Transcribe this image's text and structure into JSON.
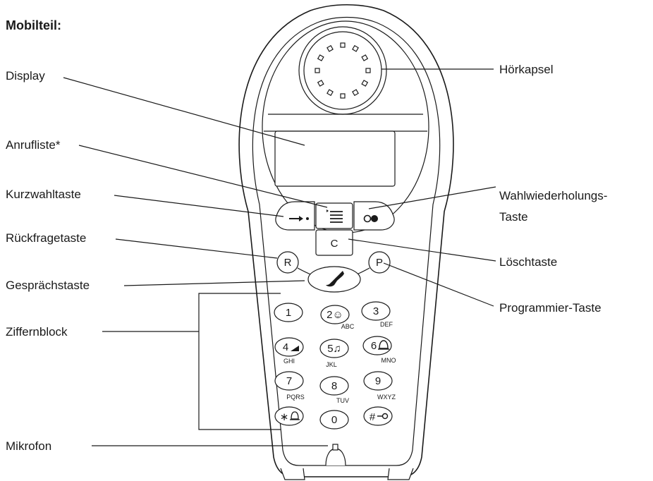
{
  "title": "Mobilteil:",
  "labels": {
    "display": "Display",
    "anrufliste": "Anrufliste*",
    "kurzwahltaste": "Kurzwahltaste",
    "rueckfragetaste": "Rückfragetaste",
    "gespraechstaste": "Gesprächstaste",
    "ziffernblock": "Ziffernblock",
    "mikrofon": "Mikrofon",
    "hoerkapsel": "Hörkapsel",
    "wahlwiederholung_1": "Wahlwiederholungs-",
    "wahlwiederholung_2": "Taste",
    "loeschtaste": "Löschtaste",
    "programmier_taste": "Programmier-Taste"
  },
  "keys": {
    "c": "C",
    "r": "R",
    "p": "P",
    "k1": "1",
    "k2": "2☺",
    "k3": "3",
    "k4": "4",
    "k5": "5♫",
    "k6": "6",
    "k7": "7",
    "k8": "8",
    "k9": "9",
    "kstar": "∗",
    "k0": "0",
    "khash": "#"
  },
  "key_letters": {
    "abc": "ABC",
    "def": "DEF",
    "ghi": "GHI",
    "jkl": "JKL",
    "mno": "MNO",
    "pqrs": "PQRS",
    "tuv": "TUV",
    "wxyz": "WXYZ"
  },
  "icons": {
    "redial": "redial-icon",
    "speed_dial": "speed-dial-arrow-icon",
    "call_list": "call-list-icon",
    "talk": "handset-icon"
  }
}
